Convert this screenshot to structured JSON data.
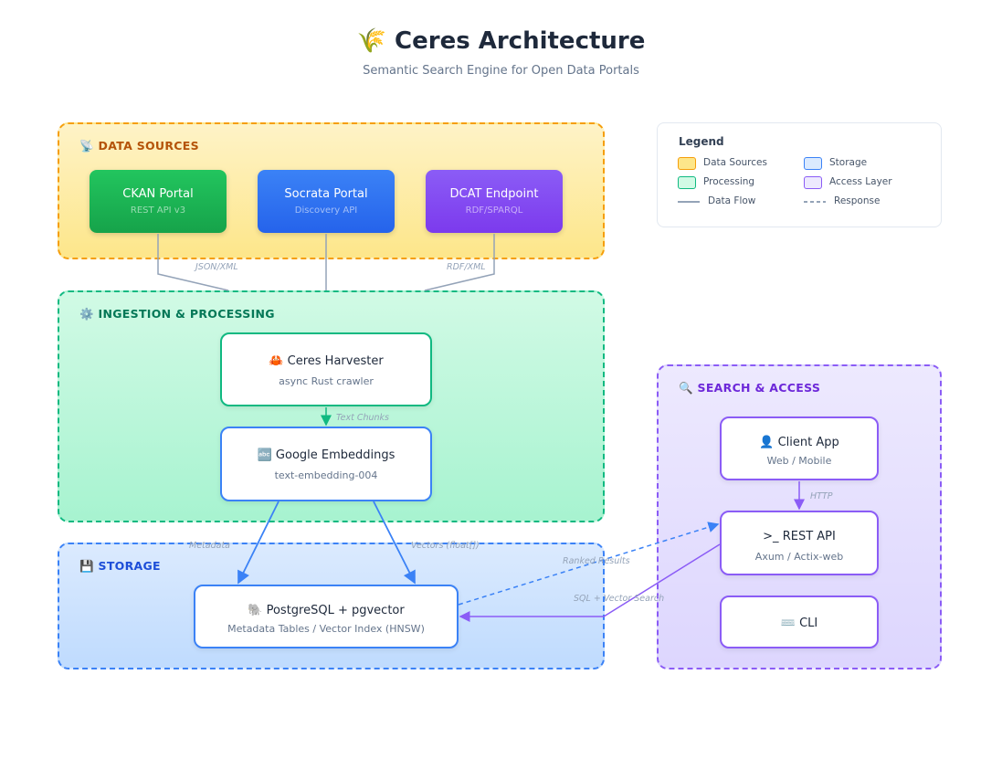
{
  "header": {
    "title": "Ceres Architecture",
    "title_icon": "🌾",
    "subtitle": "Semantic Search Engine for Open Data Portals"
  },
  "zones": {
    "sources": {
      "icon": "📡",
      "label": "DATA SOURCES"
    },
    "processing": {
      "icon": "⚙️",
      "label": "INGESTION & PROCESSING"
    },
    "storage": {
      "icon": "💾",
      "label": "STORAGE"
    },
    "access": {
      "icon": "🔍",
      "label": "SEARCH & ACCESS"
    }
  },
  "sources": {
    "ckan": {
      "name": "CKAN Portal",
      "sub": "REST API v3"
    },
    "socrata": {
      "name": "Socrata Portal",
      "sub": "Discovery API"
    },
    "dcat": {
      "name": "DCAT Endpoint",
      "sub": "RDF/SPARQL"
    }
  },
  "nodes": {
    "harvester": {
      "icon": "🦀",
      "name": "Ceres Harvester",
      "sub": "async Rust crawler"
    },
    "embeddings": {
      "icon": "🔤",
      "name": "Google Embeddings",
      "sub": "text-embedding-004"
    },
    "postgres": {
      "icon": "🐘",
      "name": "PostgreSQL + pgvector",
      "sub": "Metadata Tables / Vector Index (HNSW)"
    },
    "client": {
      "icon": "👤",
      "name": "Client App",
      "sub": "Web / Mobile"
    },
    "rest": {
      "icon": ">_",
      "name": "REST API",
      "sub": "Axum / Actix-web"
    },
    "cli": {
      "icon": "⌨️",
      "name": "CLI"
    }
  },
  "flows": {
    "json_xml": "JSON/XML",
    "rdf_xml": "RDF/XML",
    "text_chunks": "Text Chunks",
    "metadata": "Metadata",
    "vectors": "Vectors (float[])",
    "ranked": "Ranked Results",
    "sql_vector": "SQL + Vector Search",
    "http": "HTTP"
  },
  "legend": {
    "title": "Legend",
    "data_sources": "Data Sources",
    "storage": "Storage",
    "processing": "Processing",
    "access_layer": "Access Layer",
    "data_flow": "Data Flow",
    "response": "Response"
  },
  "colors": {
    "sources": "#f59e0b",
    "processing": "#10b981",
    "storage": "#3b82f6",
    "access": "#8b5cf6",
    "flow_gray": "#94a3b8"
  }
}
